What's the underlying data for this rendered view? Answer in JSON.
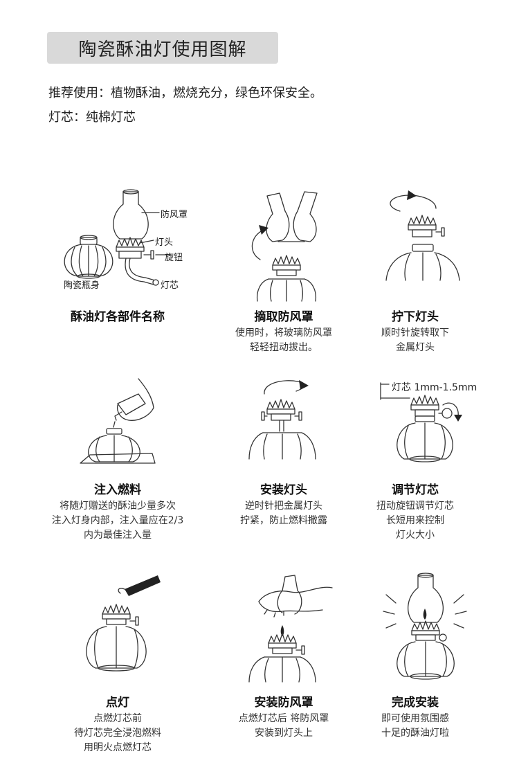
{
  "title": "陶瓷酥油灯使用图解",
  "intro": {
    "line1": "推荐使用：植物酥油，燃烧充分，绿色环保安全。",
    "line2": "灯芯：纯棉灯芯"
  },
  "parts_labels": {
    "shade": "防风罩",
    "head": "灯头",
    "knob": "旋钮",
    "body": "陶瓷瓶身",
    "wick": "灯芯"
  },
  "wick_length_label": "灯芯 1mm-1.5mm",
  "steps": [
    {
      "heading": "酥油灯各部件名称",
      "desc": []
    },
    {
      "heading": "摘取防风罩",
      "desc": [
        "使用时，将玻璃防风罩",
        "轻轻扭动拔出。"
      ]
    },
    {
      "heading": "拧下灯头",
      "desc": [
        "顺时针旋转取下",
        "金属灯头"
      ]
    },
    {
      "heading": "注入燃料",
      "desc": [
        "将随灯赠送的酥油少量多次",
        "注入灯身内部，注入量应在2/3",
        "内为最佳注入量"
      ]
    },
    {
      "heading": "安装灯头",
      "desc": [
        "逆时针把金属灯头",
        "拧紧，防止燃料撒露"
      ]
    },
    {
      "heading": "调节灯芯",
      "desc": [
        "扭动旋钮调节灯芯",
        "长短用来控制",
        "灯火大小"
      ]
    },
    {
      "heading": "点灯",
      "desc": [
        "点燃灯芯前",
        "待灯芯完全浸泡燃料",
        "用明火点燃灯芯"
      ]
    },
    {
      "heading": "安装防风罩",
      "desc": [
        "点燃灯芯后 将防风罩",
        "安装到灯头上"
      ]
    },
    {
      "heading": "完成安装",
      "desc": [
        "即可使用氛围感",
        "十足的酥油灯啦"
      ]
    }
  ]
}
